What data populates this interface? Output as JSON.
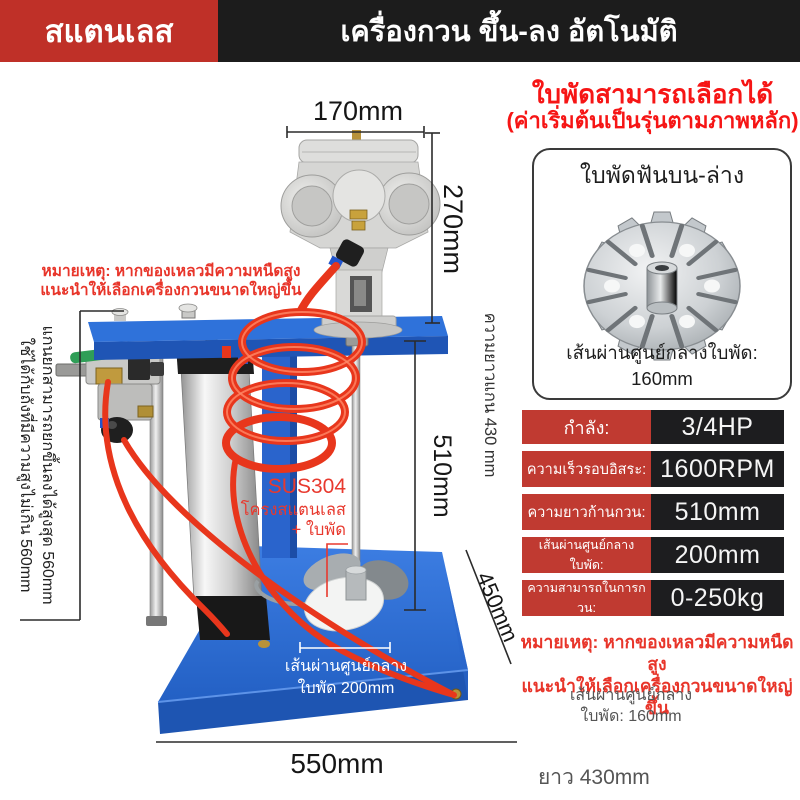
{
  "header": {
    "brand": "สแตนเลส",
    "title": "เครื่องกวน ขึ้น-ลง อัตโนมัติ"
  },
  "heading": {
    "line1": "ใบพัดสามารถเลือกได้",
    "line2": "(ค่าเริ่มต้นเป็นรุ่นตามภาพหลัก)"
  },
  "inset": {
    "title": "ใบพัดฟันบน-ล่าง",
    "caption": "เส้นผ่านศูนย์กลางใบพัด: 160mm",
    "image": "impeller-top-bottom-teeth-disc"
  },
  "specs": {
    "rows": [
      {
        "label": "กำลัง:",
        "value": "3/4HP"
      },
      {
        "label": "ความเร็วรอบอิสระ:",
        "value": "1600RPM"
      },
      {
        "label": "ความยาวก้านกวน:",
        "value": "510mm"
      },
      {
        "label": "เส้นผ่านศูนย์กลางใบพัด:",
        "value": "200mm"
      },
      {
        "label": "ความสามารถในการกวน:",
        "value": "0-250kg"
      }
    ]
  },
  "notes": {
    "left_line1": "หมายเหตุ: หากของเหลวมีความหนืดสูง",
    "left_line2": "แนะนำให้เลือกเครื่องกวนขนาดใหญ่ขึ้น",
    "right_line1": "หมายเหตุ: หากของเหลวมีความหนืดสูง",
    "right_line2": "แนะนำให้เลือกเครื่องกวนขนาดใหญ่ขึ้น",
    "sus_line1": "SUS304",
    "sus_line2": "โครงสแตนเลส",
    "sus_line3": "+ ใบพัด"
  },
  "dimensions": {
    "top_width": "170mm",
    "motor_height": "270mm",
    "shaft_length": "510mm",
    "axis_length_label": "ความยาวแกน 430 mm",
    "lift_line1": "แกนยกสามารถยกขึ้นลงได้สูงสุด 560mm",
    "lift_line2": "ใช้ได้กับถังที่มีความสูงไม่เกิน 560mm",
    "prop_dia_line1": "เส้นผ่านศูนย์กลาง",
    "prop_dia_line2": "ใบพัด 200mm",
    "base_depth": "450mm",
    "base_width": "550mm",
    "impeller_dia_line1": "เส้นผ่านศูนย์กลาง",
    "impeller_dia_line2": "ใบพัด: 160mm",
    "length_bottom": "ยาว 430mm"
  },
  "colors": {
    "header_red": "#bf3028",
    "header_black": "#1c1c1c",
    "heading_red": "#f61515",
    "note_red": "#e8352a",
    "table_label_red": "#c03a31",
    "table_value_black": "#1d1d1f",
    "machine_blue": "#2e71d8",
    "hose_red": "#e8361c"
  }
}
